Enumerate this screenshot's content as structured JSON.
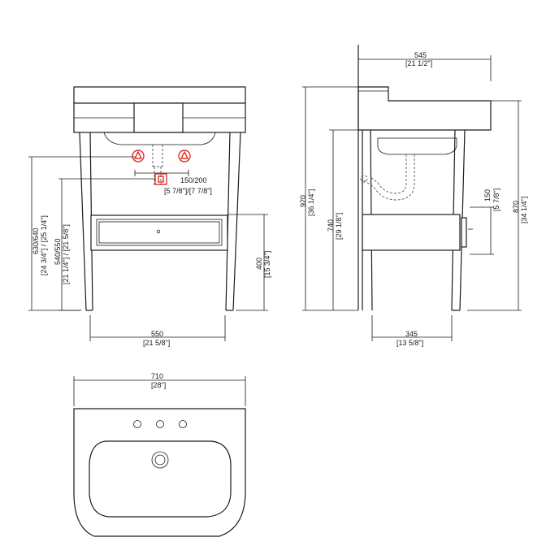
{
  "colors": {
    "line": "#1a1a1a",
    "marker": "#e0302a"
  },
  "front_view": {
    "dim_overall_height": "630/640",
    "dim_overall_height_in": "[24 3/4\"] / [25 1/4\"]",
    "dim_drain_height": "540/550",
    "dim_drain_height_in": "[21 1/4\"] / [21 5/8\"]",
    "dim_supply_offset": "150/200",
    "dim_supply_offset_in": "[5 7/8\"]/[7 7/8\"]",
    "dim_shelf_height": "400",
    "dim_shelf_height_in": "[15 3/4\"]",
    "dim_width": "550",
    "dim_width_in": "[21 5/8\"]"
  },
  "side_view": {
    "dim_depth_top": "545",
    "dim_depth_top_in": "[21 1/2\"]",
    "dim_total_height": "920",
    "dim_total_height_in": "[36 1/4\"]",
    "dim_rim_height": "740",
    "dim_rim_height_in": "[29 1/8\"]",
    "dim_drain_offset": "150",
    "dim_drain_offset_in": "[5 7/8\"]",
    "dim_wall_height": "870",
    "dim_wall_height_in": "[34 1/4\"]",
    "dim_leg_depth": "345",
    "dim_leg_depth_in": "[13 5/8\"]"
  },
  "top_view": {
    "dim_width": "710",
    "dim_width_in": "[28\"]"
  }
}
